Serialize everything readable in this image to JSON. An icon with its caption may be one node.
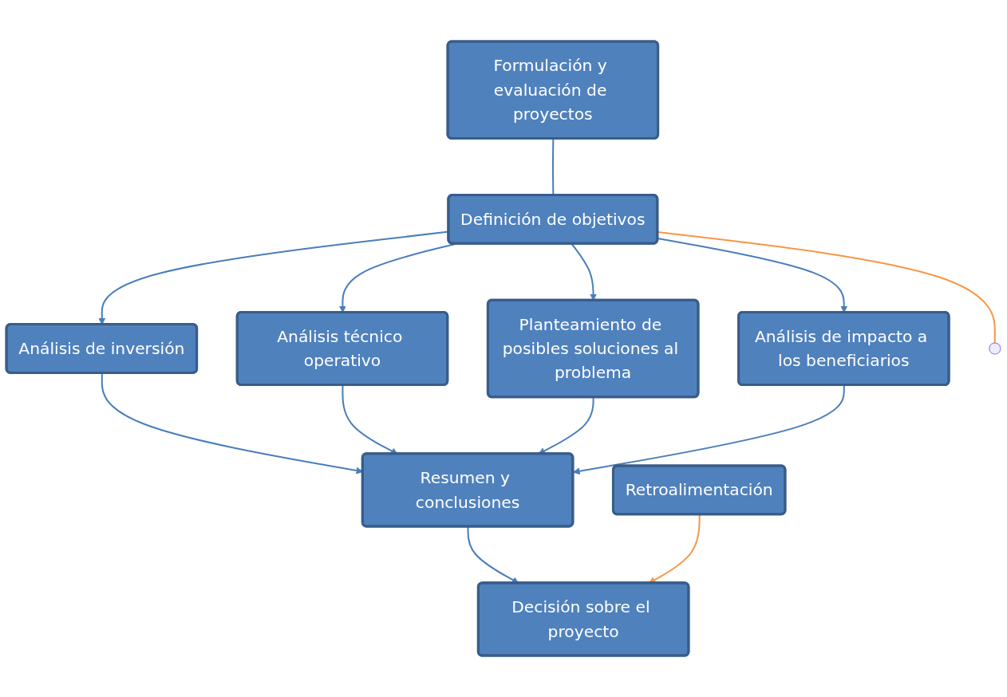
{
  "diagram": {
    "nodes": [
      {
        "text": [
          "Formulación y evaluación de proyectos"
        ]
      },
      {
        "text": [
          "Definición de objetivos"
        ]
      },
      {
        "text": [
          "Análisis de inversión"
        ]
      },
      {
        "text": [
          "Análisis técnico operativo"
        ]
      },
      {
        "text": [
          "Planteamiento de posibles soluciones al problema"
        ]
      },
      {
        "text": [
          "Análisis de impacto a los beneficiarios"
        ]
      },
      {
        "text": [
          "Retroalimentación"
        ]
      },
      {
        "text": [
          "Resumen y conclusiones"
        ]
      },
      {
        "text": [
          "Decisión sobre el proyecto"
        ]
      }
    ],
    "edges": [
      {
        "from": 0,
        "to": 1,
        "arrow": "none"
      },
      {
        "from": 1,
        "to": 2,
        "arrow": "to"
      },
      {
        "from": 1,
        "to": 3,
        "arrow": "to"
      },
      {
        "from": 1,
        "to": 4,
        "arrow": "to"
      },
      {
        "from": 1,
        "to": 5,
        "arrow": "to"
      },
      {
        "from": 2,
        "to": 7,
        "arrow": "to"
      },
      {
        "from": 3,
        "to": 7,
        "arrow": "to"
      },
      {
        "from": 4,
        "to": 7,
        "arrow": "to"
      },
      {
        "from": 5,
        "to": 7,
        "arrow": "to"
      },
      {
        "from": 7,
        "to": 8,
        "arrow": "to"
      },
      {
        "from": 6,
        "to": 8,
        "arrow": "to",
        "color": "#f79646"
      },
      {
        "from": 1,
        "to": null,
        "arrow": "none",
        "color": "#f79646"
      }
    ]
  }
}
